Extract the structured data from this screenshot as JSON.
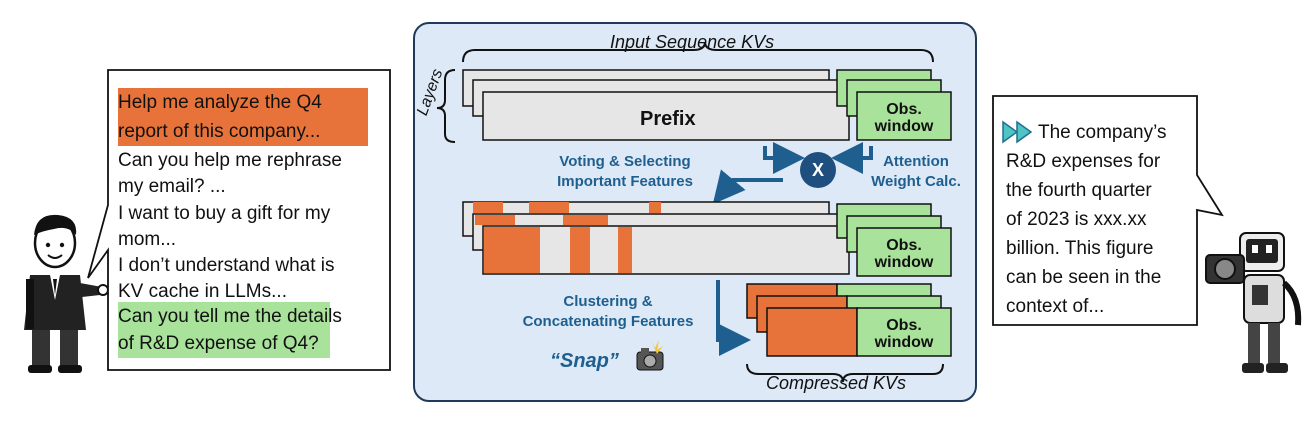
{
  "user_panel": {
    "messages": [
      {
        "text": "Help me analyze the Q4",
        "highlight": "orange"
      },
      {
        "text": "report of this company...",
        "highlight": "orange"
      },
      {
        "text": "Can you help me rephrase",
        "highlight": "none"
      },
      {
        "text": "my email? ...",
        "highlight": "none"
      },
      {
        "text": "I want to buy a gift for my",
        "highlight": "none"
      },
      {
        "text": "mom...",
        "highlight": "none"
      },
      {
        "text": "I don’t understand what is",
        "highlight": "none"
      },
      {
        "text": "KV cache in LLMs...",
        "highlight": "none"
      },
      {
        "text": "Can you tell me the details",
        "highlight": "green"
      },
      {
        "text": "of R&D expense of Q4?",
        "highlight": "green"
      }
    ],
    "highlight_colors": {
      "orange": "#e8733a",
      "green": "#a9e29a"
    }
  },
  "diagram": {
    "input_title": "Input Sequence KVs",
    "layers_label": "Layers",
    "prefix_label": "Prefix",
    "obs_window_label_1": "Obs.",
    "obs_window_label_2": "window",
    "voting_label_1": "Voting & Selecting",
    "voting_label_2": "Important Features",
    "attention_label_1": "Attention",
    "attention_label_2": "Weight Calc.",
    "multiply_symbol": "X",
    "clustering_label_1": "Clustering &",
    "clustering_label_2": "Concatenating Features",
    "snap_label": "“Snap”",
    "compressed_title": "Compressed KVs",
    "colors": {
      "panel_bg": "#dde9f6",
      "panel_border": "#1f3a5a",
      "orange": "#e8733a",
      "green": "#a9e29a",
      "gray": "#e6e6e6",
      "arrow": "#1f5f8f"
    }
  },
  "assistant_panel": {
    "lines": [
      "The company’s",
      "R&D expenses for",
      "the fourth quarter",
      "of 2023 is xxx.xx",
      "billion. This figure",
      "can be seen in the",
      "context of..."
    ],
    "icon": "fast-forward-icon"
  },
  "figures": {
    "left": "person-icon",
    "right": "robot-camera-icon"
  }
}
